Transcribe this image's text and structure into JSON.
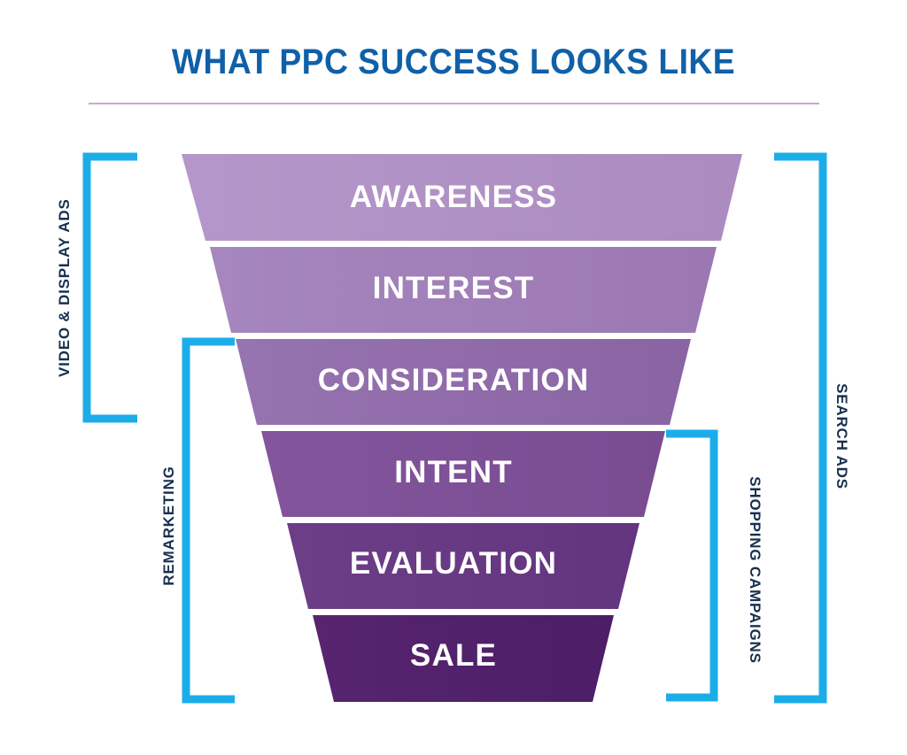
{
  "header": {
    "title": "WHAT PPC SUCCESS LOOKS LIKE",
    "title_color": "#1060A8",
    "rule_color": "#C6A8D4"
  },
  "theme": {
    "background": "#FFFFFF",
    "bracket_color": "#1CADE9",
    "bracket_label_color": "#17304F",
    "band_label_color": "#FFFFFF"
  },
  "chart_data": {
    "type": "funnel",
    "title": "WHAT PPC SUCCESS LOOKS LIKE",
    "stages": [
      {
        "label": "AWARENESS",
        "order": 1,
        "fill_left": "#B295C8",
        "fill_right": "#AD8CC1"
      },
      {
        "label": "INTEREST",
        "order": 2,
        "fill_left": "#A484BC",
        "fill_right": "#9D79B3"
      },
      {
        "label": "CONSIDERATION",
        "order": 3,
        "fill_left": "#9472AE",
        "fill_right": "#8A65A4"
      },
      {
        "label": "INTENT",
        "order": 4,
        "fill_left": "#80539A",
        "fill_right": "#7A4D93"
      },
      {
        "label": "EVALUATION",
        "order": 5,
        "fill_left": "#6A3C85",
        "fill_right": "#643680"
      },
      {
        "label": "SALE",
        "order": 6,
        "fill_left": "#55236F",
        "fill_right": "#4E1E68"
      }
    ],
    "annotations": [
      {
        "label": "VIDEO & DISPLAY ADS",
        "side": "left",
        "covers": [
          "AWARENESS",
          "INTEREST",
          "CONSIDERATION"
        ]
      },
      {
        "label": "REMARKETING",
        "side": "left",
        "covers": [
          "CONSIDERATION",
          "INTENT",
          "EVALUATION",
          "SALE"
        ]
      },
      {
        "label": "SHOPPING CAMPAIGNS",
        "side": "right",
        "covers": [
          "INTENT",
          "EVALUATION",
          "SALE"
        ]
      },
      {
        "label": "SEARCH ADS",
        "side": "right",
        "covers": [
          "AWARENESS",
          "INTEREST",
          "CONSIDERATION",
          "INTENT",
          "EVALUATION",
          "SALE"
        ]
      }
    ]
  },
  "brackets": {
    "video_display_ads": {
      "label": "VIDEO & DISPLAY ADS"
    },
    "remarketing": {
      "label": "REMARKETING"
    },
    "shopping_campaigns": {
      "label": "SHOPPING CAMPAIGNS"
    },
    "search_ads": {
      "label": "SEARCH ADS"
    }
  }
}
